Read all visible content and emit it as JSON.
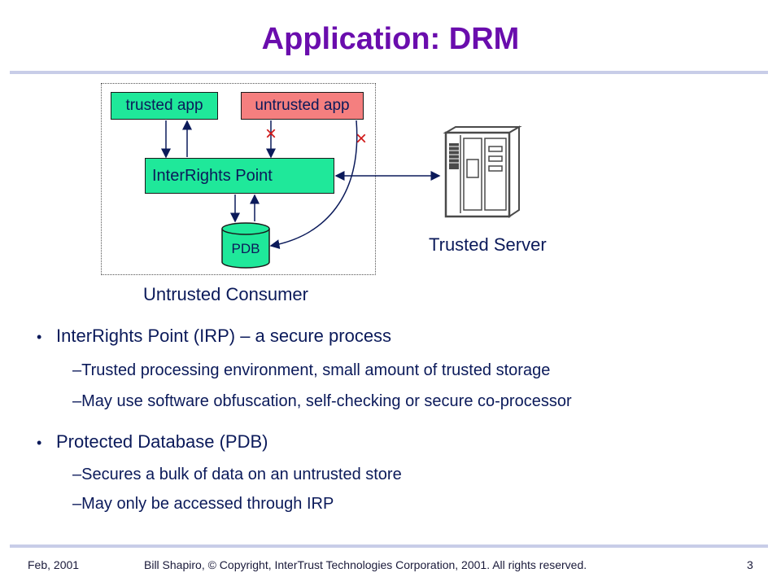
{
  "slide": {
    "title": "Application: DRM",
    "diagram": {
      "trusted_app": "trusted app",
      "untrusted_app": "untrusted app",
      "irp_box": "InterRights Point",
      "pdb": "PDB",
      "trusted_server_label": "Trusted Server",
      "untrusted_consumer_label": "Untrusted Consumer",
      "blocked_marker": "×",
      "colors": {
        "trusted": "#1fe89a",
        "untrusted": "#f57f7f",
        "blocked": "#d01818",
        "title": "#6a0dad"
      }
    },
    "bullets": [
      {
        "text": "InterRights Point (IRP) – a secure process",
        "sub": [
          "–Trusted processing environment, small amount of trusted storage",
          "–May use software obfuscation, self-checking or secure co-processor"
        ]
      },
      {
        "text": "Protected Database (PDB)",
        "sub": [
          "–Secures a bulk of data on an untrusted store",
          "–May only be accessed through IRP"
        ]
      }
    ],
    "bullet_glyph": "•"
  },
  "footer": {
    "date": "Feb, 2001",
    "copyright": "Bill Shapiro, © Copyright, InterTrust Technologies Corporation, 2001. All rights reserved.",
    "page": "3"
  }
}
